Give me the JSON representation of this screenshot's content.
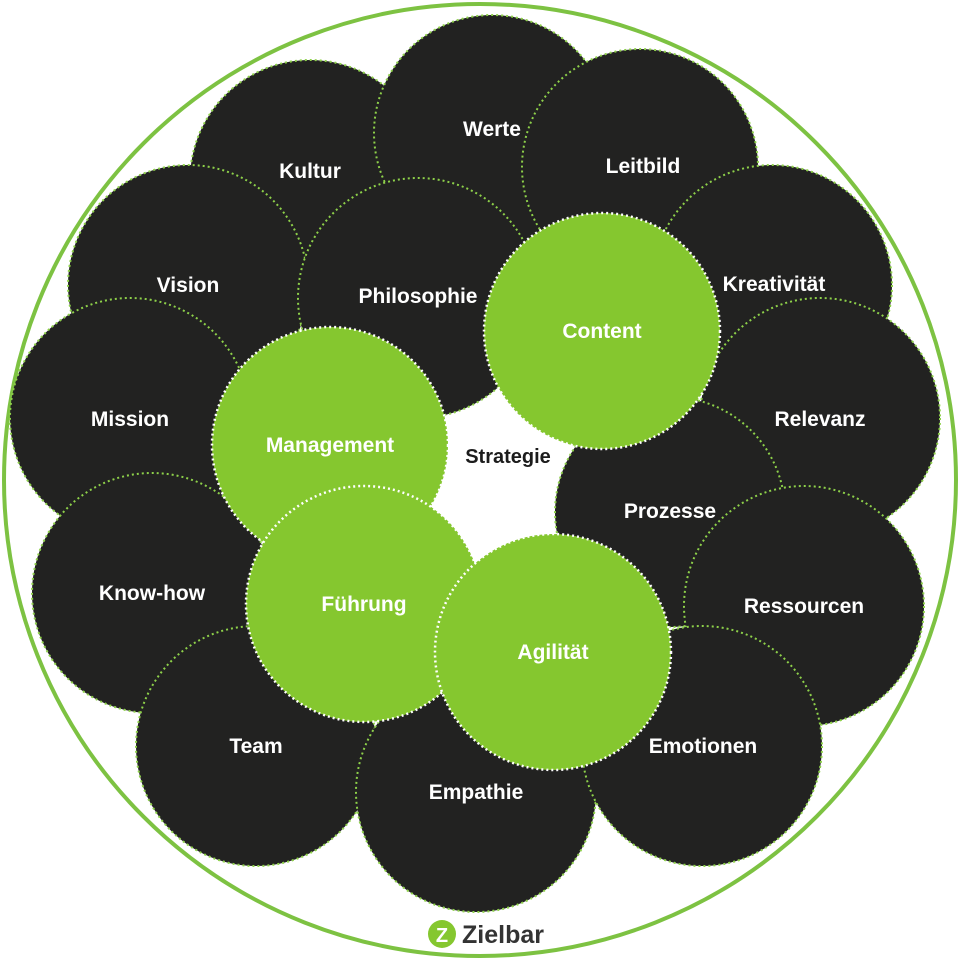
{
  "colors": {
    "dark": "#222221",
    "green": "#85c72f",
    "ring": "#7dc242",
    "dotted_dark": "#8ed14a",
    "dotted_green": "#ffffff",
    "center_fill": "#ffffff"
  },
  "diagram": {
    "dark_circles": [
      {
        "label": "Kultur"
      },
      {
        "label": "Werte"
      },
      {
        "label": "Leitbild"
      },
      {
        "label": "Vision"
      },
      {
        "label": "Philosophie"
      },
      {
        "label": "Kreativität"
      },
      {
        "label": "Mission"
      },
      {
        "label": "Relevanz"
      },
      {
        "label": "Prozesse"
      },
      {
        "label": "Know-how"
      },
      {
        "label": "Ressourcen"
      },
      {
        "label": "Team"
      },
      {
        "label": "Empathie"
      },
      {
        "label": "Emotionen"
      }
    ],
    "green_circles": [
      {
        "label": "Content"
      },
      {
        "label": "Management"
      },
      {
        "label": "Führung"
      },
      {
        "label": "Agilität"
      }
    ],
    "center_label": "Strategie"
  },
  "logo": {
    "text": "Zielbar",
    "icon_glyph": "Z",
    "icon": "zielbar-logo-icon"
  }
}
